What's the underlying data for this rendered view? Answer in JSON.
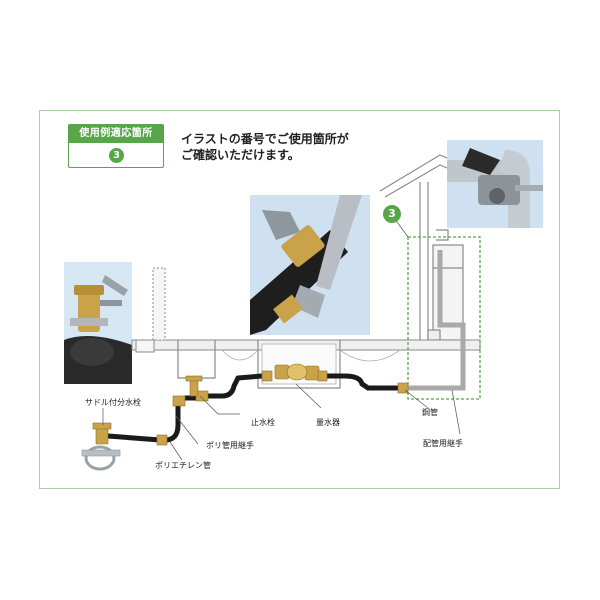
{
  "badge": {
    "title": "使用例適応箇所",
    "number": "3"
  },
  "instructions": {
    "line1": "イラストの番号でご使用箇所が",
    "line2": "ご確認いただけます。"
  },
  "marker": {
    "number": "3"
  },
  "labels": {
    "saddle_valve": "サドル付分水栓",
    "stop_valve": "止水栓",
    "water_meter": "量水器",
    "poly_joint": "ポリ管用継手",
    "polyethylene_pipe": "ポリエチレン管",
    "steel_pipe": "鋼管",
    "piping_joint": "配管用継手"
  },
  "colors": {
    "accent_green": "#57a64a",
    "frame_green": "#a8cfa1",
    "pipe_black": "#1a1a1a",
    "brass": "#c9a24a",
    "photo_blue": "#cfe0f0"
  }
}
